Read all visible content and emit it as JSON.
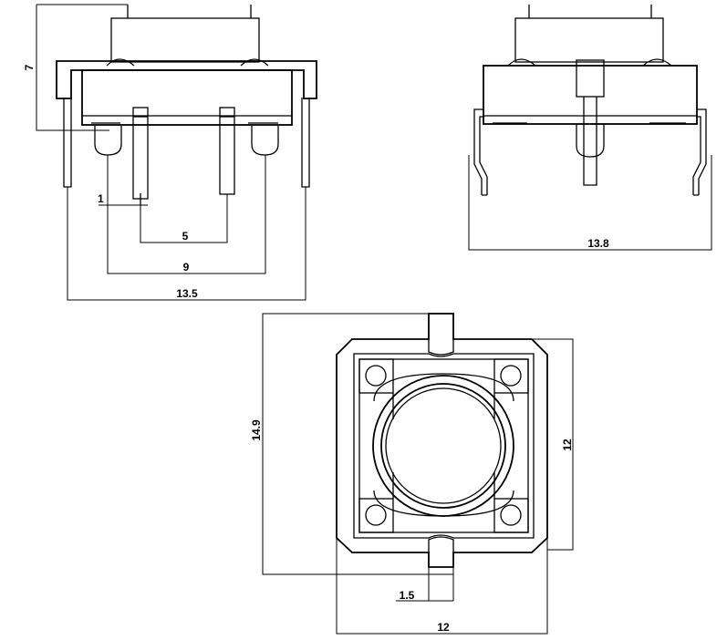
{
  "drawing": {
    "front_view": {
      "dims": {
        "height": "7",
        "pin_width": "1",
        "pin_spacing": "5",
        "mount_spacing": "9",
        "overall_width": "13.5"
      }
    },
    "side_view": {
      "dims": {
        "lead_span": "13.8"
      }
    },
    "top_view": {
      "dims": {
        "overall_length": "14.9",
        "body_height": "12",
        "tab_width": "1.5",
        "body_width": "12"
      }
    }
  }
}
